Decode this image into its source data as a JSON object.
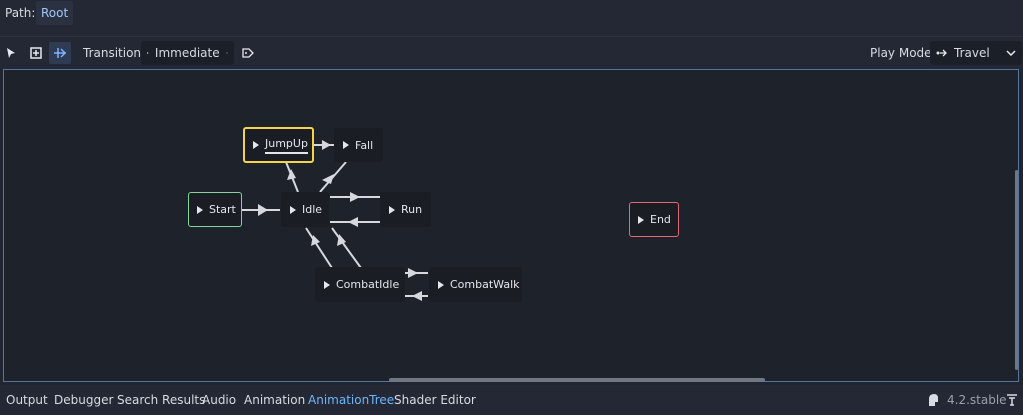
{
  "path": {
    "label": "Path:",
    "root": "Root"
  },
  "toolbar": {
    "tools": [
      {
        "name": "select-tool",
        "icon": "arrow-pointer-icon",
        "active": false
      },
      {
        "name": "create-node-tool",
        "icon": "add-box-icon",
        "active": false
      },
      {
        "name": "connect-tool",
        "icon": "connect-icon",
        "active": true
      }
    ],
    "transition_label": "Transition:",
    "transition_value": "Immediate",
    "play_mode_label": "Play Mode:",
    "play_mode_value": "Travel"
  },
  "graph": {
    "nodes": [
      {
        "id": "jumpup",
        "label": "JumpUp",
        "kind": "current"
      },
      {
        "id": "fall",
        "label": "Fall",
        "kind": "state"
      },
      {
        "id": "start",
        "label": "Start",
        "kind": "start"
      },
      {
        "id": "idle",
        "label": "Idle",
        "kind": "state"
      },
      {
        "id": "run",
        "label": "Run",
        "kind": "state"
      },
      {
        "id": "end",
        "label": "End",
        "kind": "end"
      },
      {
        "id": "combatidle",
        "label": "CombatIdle",
        "kind": "state"
      },
      {
        "id": "combatwalk",
        "label": "CombatWalk",
        "kind": "state"
      }
    ]
  },
  "bottom_tabs": [
    {
      "label": "Output",
      "active": false
    },
    {
      "label": "Debugger",
      "active": false
    },
    {
      "label": "Search Results",
      "active": false
    },
    {
      "label": "Audio",
      "active": false
    },
    {
      "label": "Animation",
      "active": false
    },
    {
      "label": "AnimationTree",
      "active": true
    },
    {
      "label": "Shader Editor",
      "active": false
    }
  ],
  "version": "4.2.stable",
  "colors": {
    "accent": "#6cb6ff",
    "start_border": "#82d49a",
    "end_border": "#e06a75",
    "current_border": "#f4d54a"
  }
}
